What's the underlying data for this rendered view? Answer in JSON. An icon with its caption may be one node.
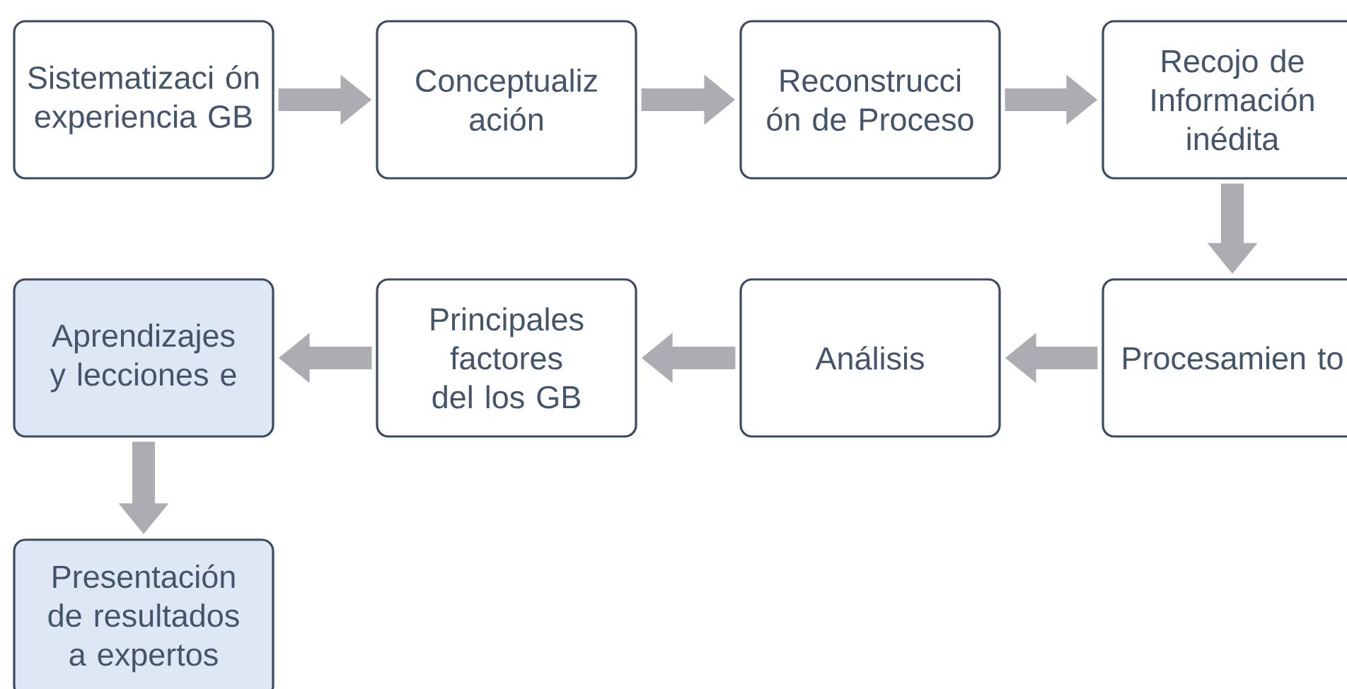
{
  "diagram": {
    "nodes": [
      {
        "text": [
          "Sistematizaci ón experiencia GB"
        ]
      },
      {
        "text": [
          "Conceptualiz ación"
        ]
      },
      {
        "text": [
          "Reconstrucci ón de Proceso"
        ]
      },
      {
        "text": [
          "Recojo de Información inédita"
        ]
      },
      {
        "text": [
          "Procesamien to"
        ]
      },
      {
        "text": [
          "Análisis"
        ]
      },
      {
        "text": [
          "Principales factores del los GB"
        ]
      },
      {
        "text": [
          "Aprendizajes y lecciones e"
        ]
      },
      {
        "text": [
          "Presentación de resultados a expertos"
        ]
      }
    ],
    "edges": [
      {
        "from": 0,
        "to": 1,
        "arrow": "to"
      },
      {
        "from": 1,
        "to": 2,
        "arrow": "to"
      },
      {
        "from": 2,
        "to": 3,
        "arrow": "to"
      },
      {
        "from": 3,
        "to": 4,
        "arrow": "to"
      },
      {
        "from": 4,
        "to": 5,
        "arrow": "to"
      },
      {
        "from": 5,
        "to": 6,
        "arrow": "to"
      },
      {
        "from": 6,
        "to": 7,
        "arrow": "to"
      },
      {
        "from": 7,
        "to": 8,
        "arrow": "to"
      }
    ]
  }
}
